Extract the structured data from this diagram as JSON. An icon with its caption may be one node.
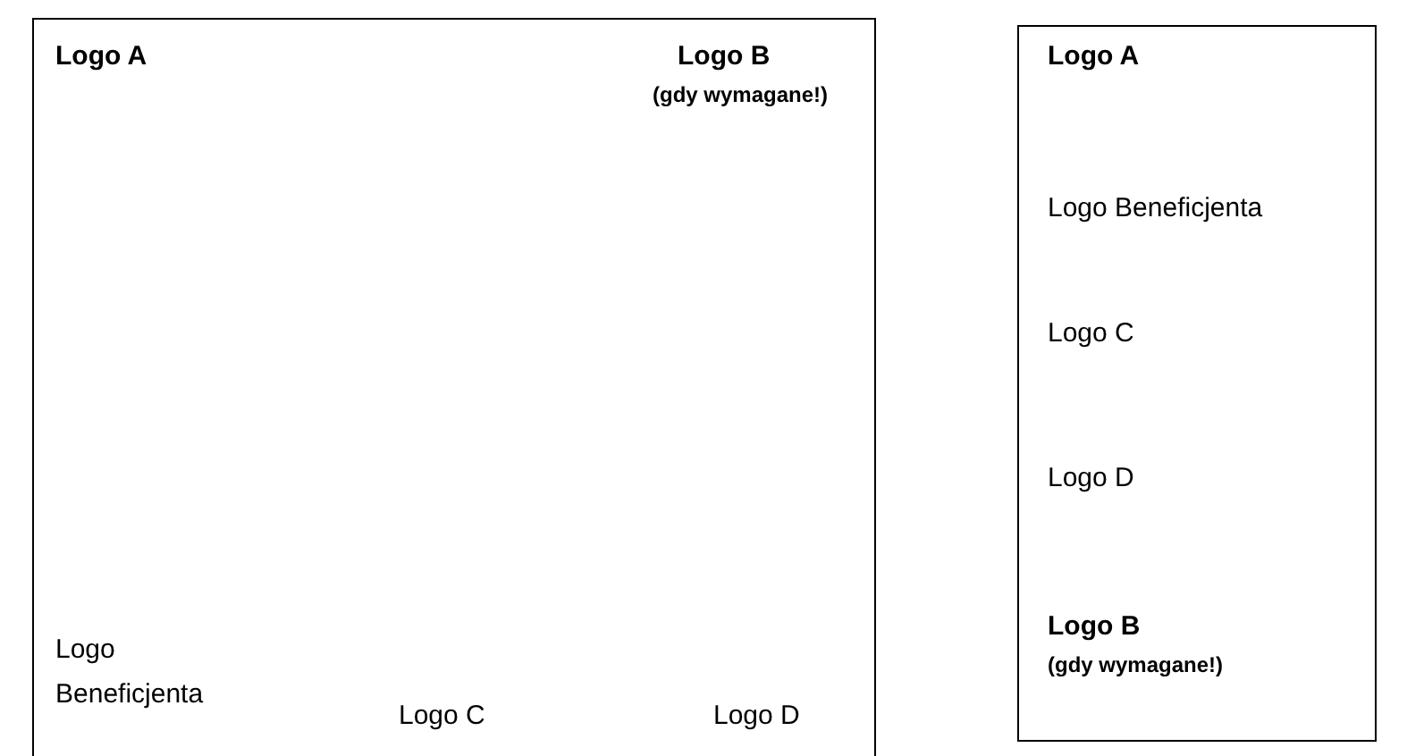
{
  "diagram": {
    "nodes": [
      {
        "text": [
          "Logo A",
          "Logo B",
          "(gdy wymagane!)",
          "Logo Beneficjenta",
          "Logo C",
          "Logo D"
        ]
      },
      {
        "text": [
          "Logo A",
          "Logo Beneficjenta",
          "Logo C",
          "Logo D",
          "Logo B",
          "(gdy wymagane!)"
        ]
      }
    ]
  }
}
